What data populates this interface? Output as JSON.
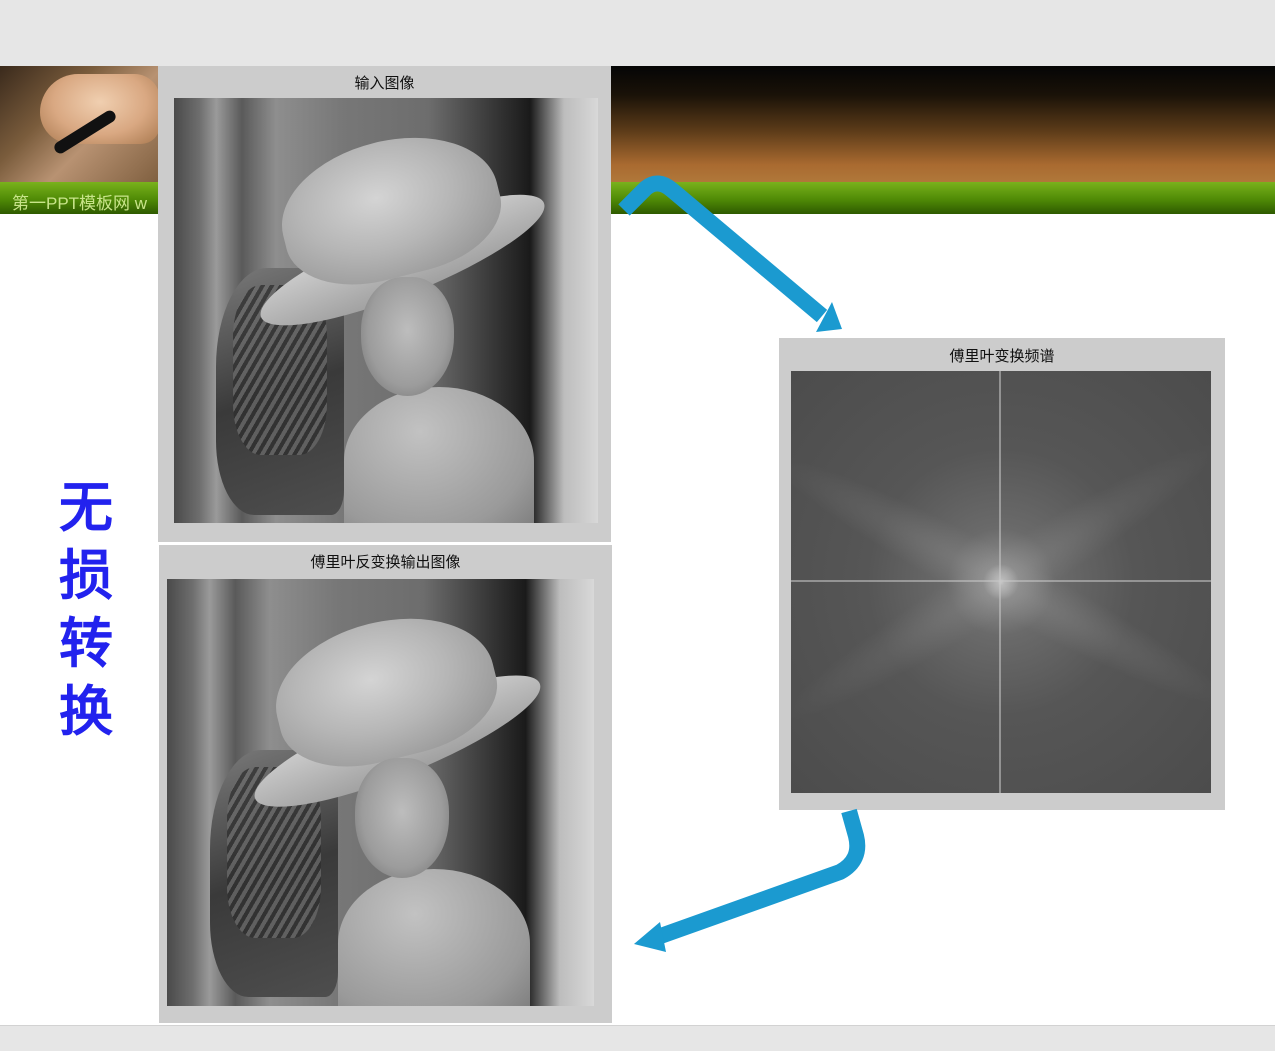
{
  "header": {
    "watermark": "第一PPT模板网  w"
  },
  "panels": {
    "input_title": "输入图像",
    "output_title": "傅里叶反变换输出图像",
    "spectrum_title": "傅里叶变换频谱"
  },
  "side_label": [
    "无",
    "损",
    "转",
    "换"
  ],
  "colors": {
    "arrow": "#1b9ad0",
    "side_label": "#2222ee",
    "header_green": "#4f8a06",
    "panel_bg": "#cccccc"
  }
}
